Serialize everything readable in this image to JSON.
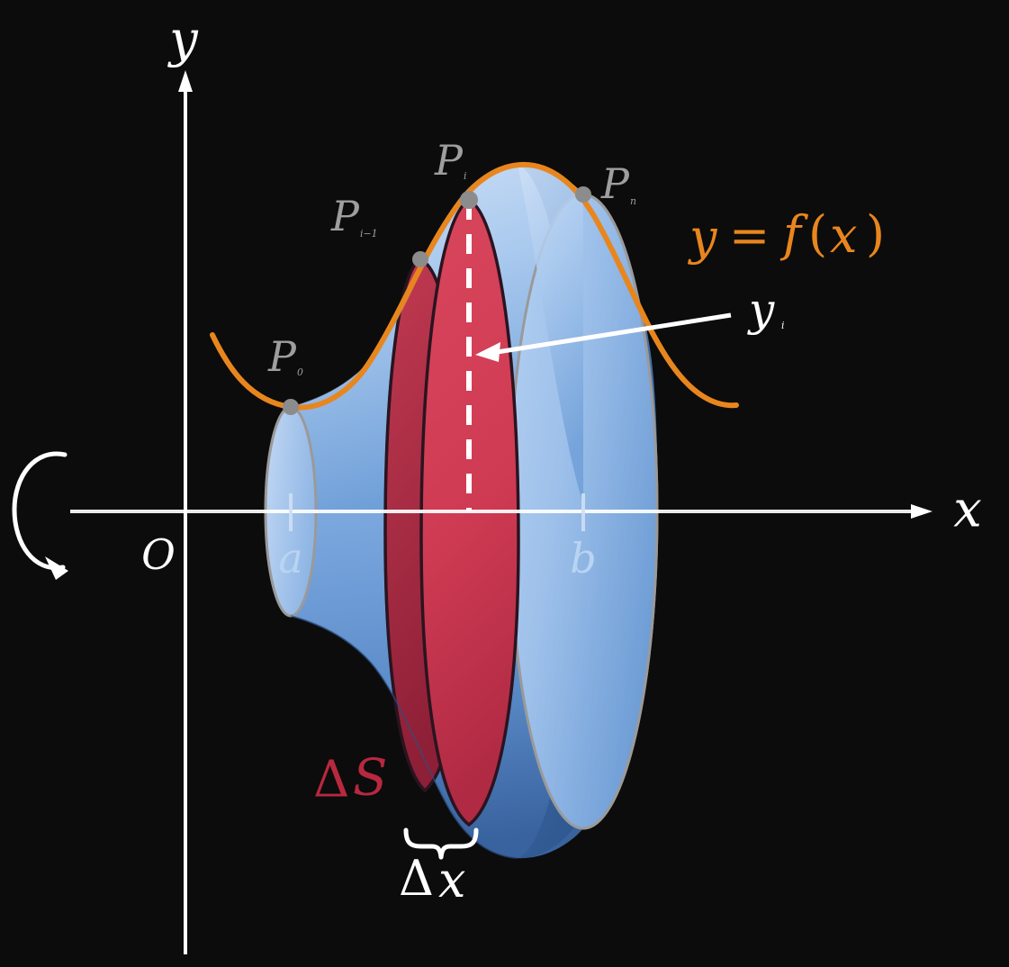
{
  "figure": {
    "title": "Solid of revolution — surface area element",
    "background_color": "#0c0c0c"
  },
  "colors": {
    "background": "#0c0c0c",
    "axis": "#ffffff",
    "curve_orange": "#e8861e",
    "band_red": "#d2405a",
    "band_red_dark": "#a8203a",
    "band_outline": "#2a1420",
    "surface_blue_light": "#b9d4f2",
    "surface_blue_mid": "#7aa9e0",
    "surface_blue_dark": "#3f6fb0",
    "ellipse_outline": "#9a9a9a",
    "point_marker": "#8c8c8c",
    "point_label": "#9e9e9e",
    "tick_label": "#b9d4f2",
    "delta_s_label": "#b8283f",
    "white_text": "#ffffff"
  },
  "axes": {
    "x_label": "x",
    "y_label": "y",
    "origin_label": "O"
  },
  "ticks": [
    {
      "name": "a",
      "label": "a"
    },
    {
      "name": "b",
      "label": "b"
    }
  ],
  "curve": {
    "label_y": "y",
    "label_eq": "=",
    "label_f": "f",
    "label_open": "(",
    "label_x": "x",
    "label_close": ")",
    "full_label": "y = f(x)"
  },
  "points": [
    {
      "name": "P0",
      "base": "P",
      "subscript": "0",
      "label": "P₀"
    },
    {
      "name": "Pi-1",
      "base": "P",
      "subscript": "i−1",
      "label": "P i−1"
    },
    {
      "name": "Pi",
      "base": "P",
      "subscript": "i",
      "label": "P i"
    },
    {
      "name": "Pn",
      "base": "P",
      "subscript": "n",
      "label": "P n"
    }
  ],
  "annotations": {
    "yi_base": "y",
    "yi_sub": "i",
    "yi_full": "y_i",
    "delta_s_delta": "Δ",
    "delta_s_sym": "S",
    "delta_s_full": "ΔS",
    "delta_x_delta": "Δ",
    "delta_x_sym": "x",
    "delta_x_full": "Δx",
    "rotation_arrow": "revolution-about-x-axis"
  },
  "chart_data": {
    "type": "line",
    "title": "Solid of revolution generated by y = f(x) about the x-axis",
    "xlabel": "x",
    "ylabel": "y",
    "grid": false,
    "legend": "none",
    "series": [
      {
        "name": "y = f(x)",
        "color": "#e8861e",
        "comment": "profile curve revolved about the x-axis; dips to local min near P0, rises to a maximum between Pi and Pn, then falls"
      }
    ],
    "marked_points": [
      {
        "label": "P0",
        "role": "left endpoint of partition, x = a"
      },
      {
        "label": "Pi-1",
        "role": "left edge of the i-th band"
      },
      {
        "label": "Pi",
        "role": "right edge of the i-th band, height y_i"
      },
      {
        "label": "Pn",
        "role": "right endpoint of partition, x = b"
      }
    ],
    "annotations": [
      {
        "label": "ΔS",
        "role": "frustum surface-area element (red band)"
      },
      {
        "label": "Δx",
        "role": "width of the i-th subinterval"
      },
      {
        "label": "y_i",
        "role": "radius of the solid at Pi (dashed white segment)"
      }
    ],
    "x_ticks": [
      "a",
      "b"
    ]
  }
}
